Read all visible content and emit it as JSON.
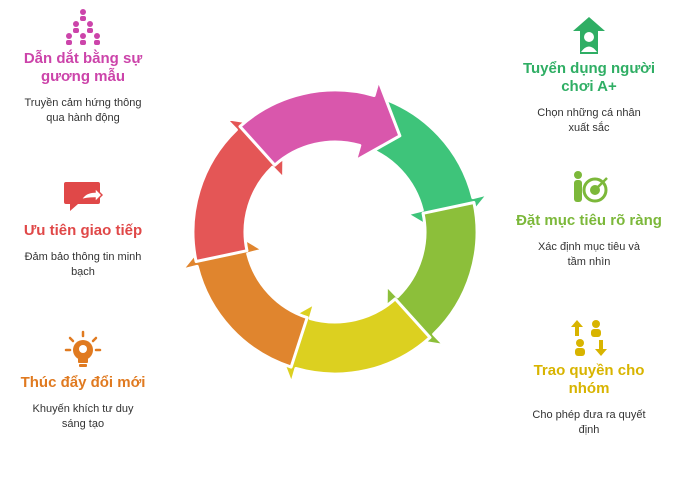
{
  "items": [
    {
      "key": "lead",
      "title": "Dẫn dắt bằng sự gương mẫu",
      "desc": "Truyền cảm hứng thông qua hành động",
      "color": "#cc44aa",
      "icon": "people-pyramid-icon"
    },
    {
      "key": "recruit",
      "title": "Tuyển dụng người chơi A+",
      "desc": "Chọn những cá nhân xuất sắc",
      "color": "#2fae64",
      "icon": "person-up-arrow-icon"
    },
    {
      "key": "goal",
      "title": "Đặt mục tiêu rõ ràng",
      "desc": "Xác định mục tiêu và tầm nhìn",
      "color": "#7cb83a",
      "icon": "target-person-icon"
    },
    {
      "key": "empower",
      "title": "Trao quyền cho nhóm",
      "desc": "Cho phép đưa ra quyết định",
      "color": "#d8b400",
      "icon": "delegate-arrows-icon"
    },
    {
      "key": "innovate",
      "title": "Thúc đẩy đổi mới",
      "desc": "Khuyến khích tư duy sáng tạo",
      "color": "#e07a20",
      "icon": "lightbulb-icon"
    },
    {
      "key": "communicate",
      "title": "Ưu tiên giao tiếp",
      "desc": "Đảm bảo thông tin minh bạch",
      "color": "#e04848",
      "icon": "chat-share-icon"
    }
  ],
  "segment_colors": [
    "#3ec47a",
    "#8cbf3a",
    "#dcd020",
    "#e0852e",
    "#e45656",
    "#d957ac"
  ]
}
